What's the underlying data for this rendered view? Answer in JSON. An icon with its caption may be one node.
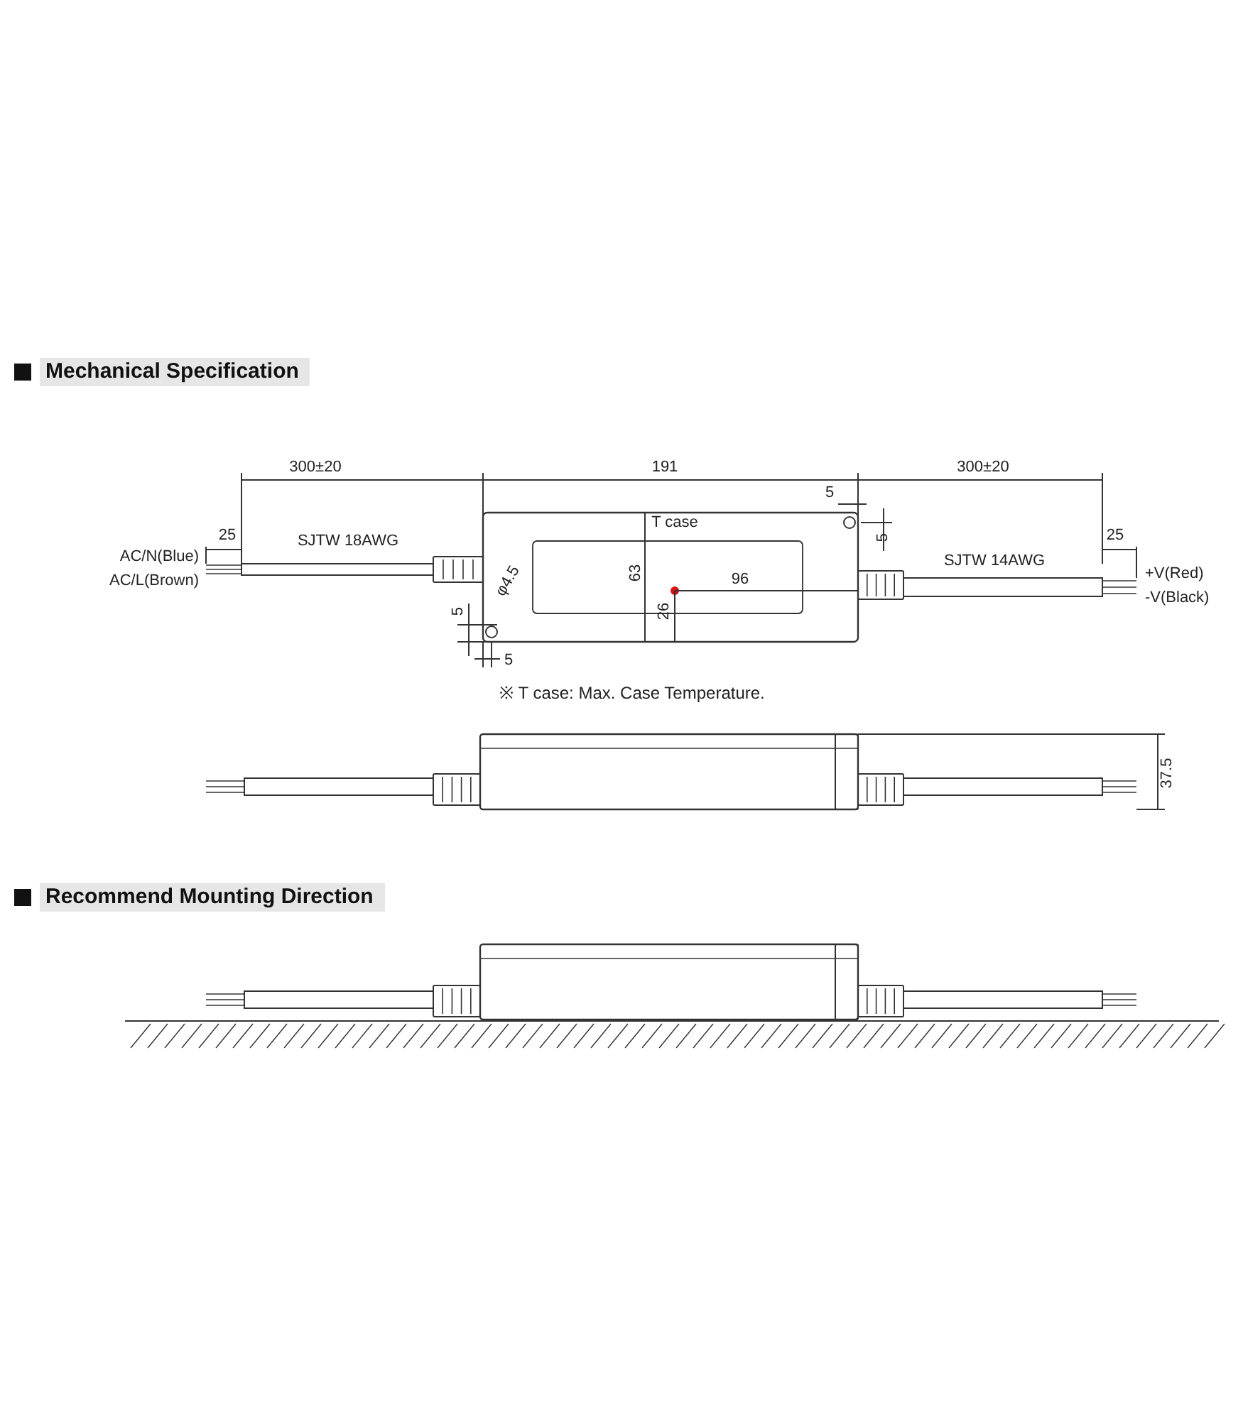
{
  "diagram": {
    "labels": [
      "Mechanical Specification",
      "300±20",
      "191",
      "300±20",
      "5",
      "5",
      "25",
      "SJTW 18AWG",
      "T case",
      "SJTW 14AWG",
      "25",
      "AC/N(Blue)",
      "63",
      "96",
      "+V(Red)",
      "AC/L(Brown)",
      "φ4.5",
      "-V(Black)",
      "5",
      "26",
      "5",
      "※ T case: Max. Case Temperature.",
      "37.5",
      "Recommend Mounting Direction"
    ]
  }
}
